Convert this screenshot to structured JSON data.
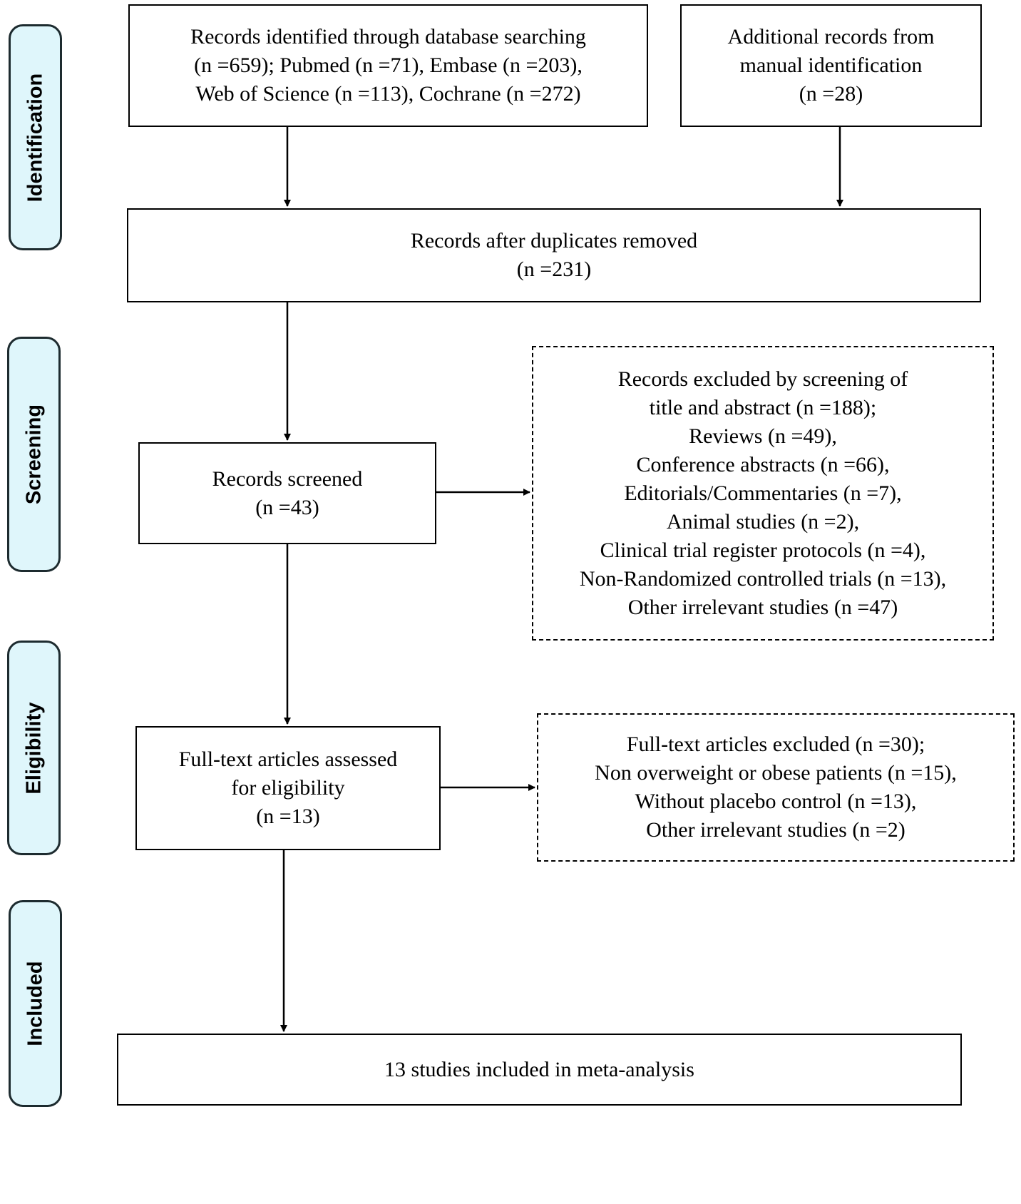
{
  "stages": {
    "identification": "Identification",
    "screening": "Screening",
    "eligibility": "Eligibility",
    "included": "Included"
  },
  "boxes": {
    "database_search": {
      "lines": [
        "Records identified through database searching",
        "(n =659); Pubmed (n =71), Embase (n =203),",
        "Web of Science (n =113), Cochrane (n =272)"
      ]
    },
    "manual_identification": {
      "lines": [
        "Additional records from",
        "manual identification",
        "(n =28)"
      ]
    },
    "after_duplicates": {
      "lines": [
        "Records after duplicates removed",
        "(n =231)"
      ]
    },
    "screened": {
      "lines": [
        "Records screened",
        "(n =43)"
      ]
    },
    "excluded_screening": {
      "lines": [
        "Records excluded by screening of",
        "title and abstract (n =188);",
        "Reviews (n =49),",
        "Conference abstracts (n =66),",
        "Editorials/Commentaries (n =7),",
        "Animal studies (n =2),",
        "Clinical trial register protocols (n =4),",
        "Non-Randomized controlled trials (n =13),",
        "Other irrelevant studies (n =47)"
      ]
    },
    "full_text": {
      "lines": [
        "Full-text articles assessed",
        "for eligibility",
        "(n =13)"
      ]
    },
    "excluded_full_text": {
      "lines": [
        "Full-text articles excluded (n =30);",
        "Non overweight or obese patients (n =15),",
        "Without placebo control (n =13),",
        "Other irrelevant studies (n =2)"
      ]
    },
    "included": {
      "lines": [
        "13 studies included in meta-analysis"
      ]
    }
  }
}
